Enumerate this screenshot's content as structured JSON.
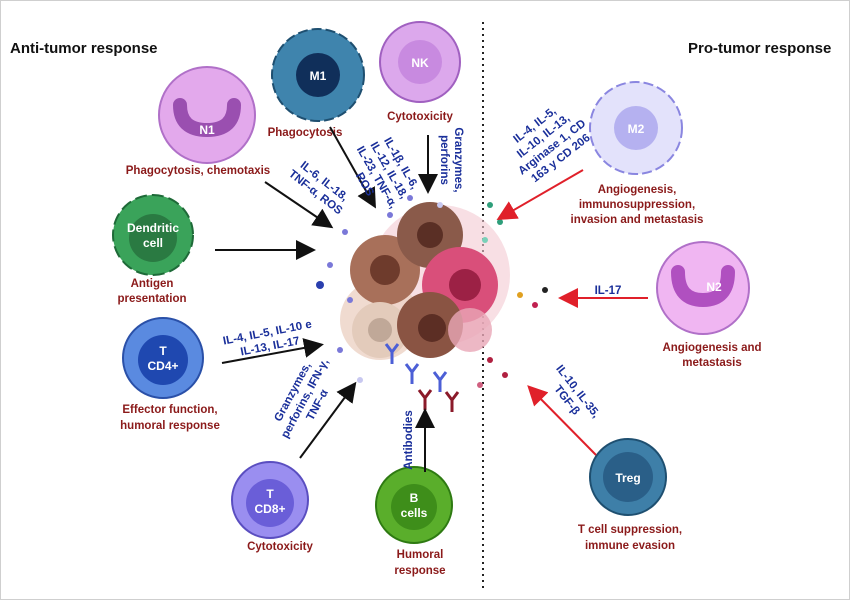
{
  "headings": {
    "anti": "Anti-tumor response",
    "pro": "Pro-tumor response"
  },
  "colors": {
    "label": "#8b1a1a",
    "cytokine": "#1a2f9a",
    "anti_arrow": "#111111",
    "pro_arrow": "#e0202a"
  },
  "cells": {
    "m1": {
      "name": "M1",
      "function": "Phagocytosis",
      "cytokines": [
        "IL-1β, IL-6,",
        "IL-12, IL-18,",
        "IL-23, TNF-α,",
        "ROS"
      ]
    },
    "nk": {
      "name": "NK",
      "function": "Cytotoxicity",
      "cytokines": [
        "Granzymes,",
        "perforins"
      ]
    },
    "n1": {
      "name": "N1",
      "function": "Phagocytosis, chemotaxis",
      "cytokines": [
        "IL-6, IL-18,",
        "TNF-α, ROS"
      ]
    },
    "dendritic": {
      "name": [
        "Dendritic",
        "cell"
      ],
      "function": [
        "Antigen",
        "presentation"
      ]
    },
    "cd4": {
      "name": [
        "T",
        "CD4+"
      ],
      "function": [
        "Effector function,",
        "humoral response"
      ],
      "cytokines": [
        "IL-4, IL-5, IL-10 e",
        "IL-13, IL-17"
      ]
    },
    "cd8": {
      "name": [
        "T",
        "CD8+"
      ],
      "function": "Cytotoxicity",
      "cytokines": [
        "Granzymes,",
        "perforins, IFN-γ,",
        "TNF-α"
      ]
    },
    "b": {
      "name": [
        "B",
        "cells"
      ],
      "function": [
        "Humoral",
        "response"
      ],
      "cytokines": [
        "Antibodies"
      ]
    },
    "m2": {
      "name": "M2",
      "function": [
        "Angiogenesis,",
        "immunosuppression,",
        "invasion and metastasis"
      ],
      "cytokines": [
        "IL-4, IL-5,",
        "IL-10, IL-13,",
        "Arginase 1, CD",
        "163 y CD 206"
      ]
    },
    "n2": {
      "name": "N2",
      "function": [
        "Angiogenesis and",
        "metastasis"
      ],
      "cytokines": [
        "IL-17"
      ]
    },
    "treg": {
      "name": "Treg",
      "function": [
        "T cell suppression,",
        "immune evasion"
      ],
      "cytokines": [
        "IL-10, IL-35,",
        "TGF-β"
      ]
    }
  }
}
